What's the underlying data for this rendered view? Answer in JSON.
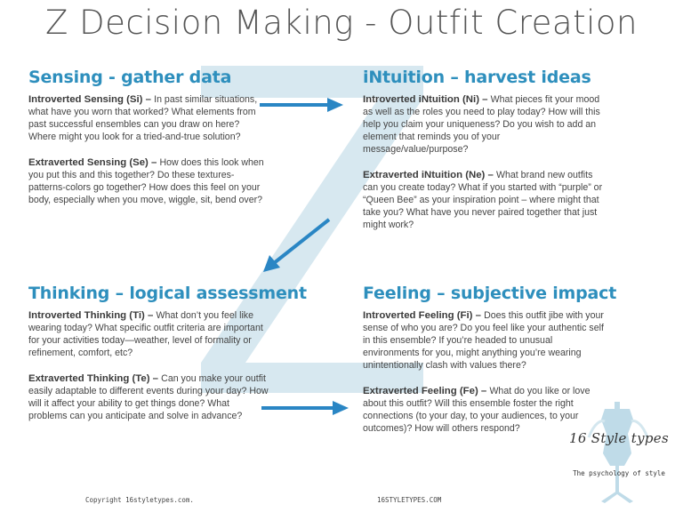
{
  "title": "Z Decision Making  - Outfit Creation",
  "colors": {
    "accent": "#2e8fbd",
    "z_shape": "#d7e8f0",
    "arrow": "#2a86c4",
    "text": "#444444"
  },
  "quadrants": {
    "sensing": {
      "heading": "Sensing - gather data",
      "items": [
        {
          "lead": "Introverted Sensing (Si) – ",
          "text": "In past similar situations, what have you worn that worked? What elements from past successful ensembles can you draw on here? Where might you look for a tried-and-true solution?"
        },
        {
          "lead": "Extraverted Sensing (Se) – ",
          "text": "How does this look when you put this and this together?  Do these textures-patterns-colors go together? How does this feel on your body, especially when you move, wiggle, sit, bend over?"
        }
      ]
    },
    "intuition": {
      "heading": "iNtuition – harvest ideas",
      "items": [
        {
          "lead": "Introverted iNtuition (Ni) – ",
          "text": "What pieces fit your mood as well as the roles you need to play today? How will this help you claim your uniqueness? Do you wish to add an element that reminds you of your message/value/purpose?"
        },
        {
          "lead": "Extraverted iNtuition (Ne) – ",
          "text": "What brand new outfits can you create today?  What if you started with “purple” or “Queen Bee” as your inspiration point – where might that take you? What have you never paired together that just might work?"
        }
      ]
    },
    "thinking": {
      "heading": "Thinking – logical assessment",
      "items": [
        {
          "lead": "Introverted Thinking (Ti) – ",
          "text": "What don’t you feel like wearing today? What specific outfit criteria are important for your activities today—weather, level of formality or refinement, comfort, etc?"
        },
        {
          "lead": "Extraverted Thinking (Te) – ",
          "text": "Can you make your outfit easily adaptable to different events during your day? How will it affect your ability to get things done? What problems can you anticipate and solve in advance?"
        }
      ]
    },
    "feeling": {
      "heading": "Feeling – subjective impact",
      "items": [
        {
          "lead": "Introverted Feeling (Fi) – ",
          "text": "Does this outfit jibe with your sense of who you are?  Do you feel like your authentic self in this ensemble? If you’re headed to unusual environments for you, might anything you’re wearing unintentionally clash with values there?"
        },
        {
          "lead": "Extraverted Feeling (Fe) – ",
          "text": "What do  you like or love about  this outfit? Will this ensemble foster the right connections (to your day, to your audiences, to your outcomes)? How will others respond?"
        }
      ]
    }
  },
  "logo": {
    "name": "16 Style types",
    "tagline": "The psychology of style"
  },
  "footer": {
    "copyright": "Copyright 16styletypes.com.",
    "website": "16STYLETYPES.COM"
  }
}
